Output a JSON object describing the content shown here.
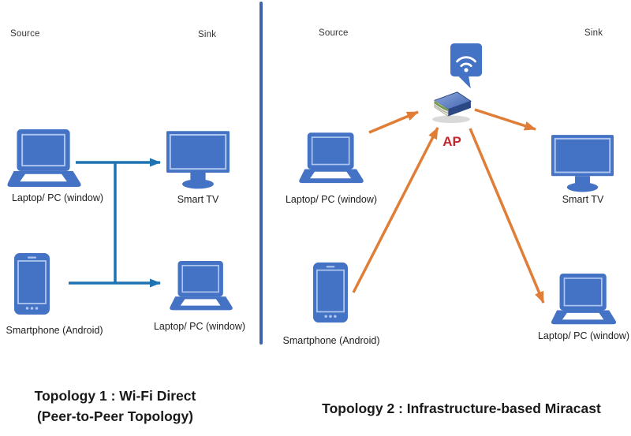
{
  "diagram": {
    "left": {
      "source": "Source",
      "sink": "Sink",
      "laptop_top": "Laptop/ PC (window)",
      "smart_tv": "Smart TV",
      "smartphone": "Smartphone (Android)",
      "laptop_bottom": "Laptop/ PC (window)",
      "caption_line1": "Topology 1 : Wi-Fi Direct",
      "caption_line2": "(Peer-to-Peer Topology)"
    },
    "right": {
      "source": "Source",
      "sink": "Sink",
      "laptop_source": "Laptop/ PC (window)",
      "smartphone_source": "Smartphone (Android)",
      "ap": "AP",
      "smart_tv": "Smart TV",
      "laptop_sink": "Laptop/ PC (window)",
      "caption": "Topology 2 : Infrastructure-based Miracast"
    },
    "colors": {
      "device_blue": "#4472C4",
      "device_light": "#AFC7EF",
      "arrow_teal": "#1E73B2",
      "arrow_orange": "#E07E38",
      "divider_blue": "#3E64AE",
      "ap_red": "#C0282D",
      "caption_black": "#1A1A1A"
    }
  }
}
